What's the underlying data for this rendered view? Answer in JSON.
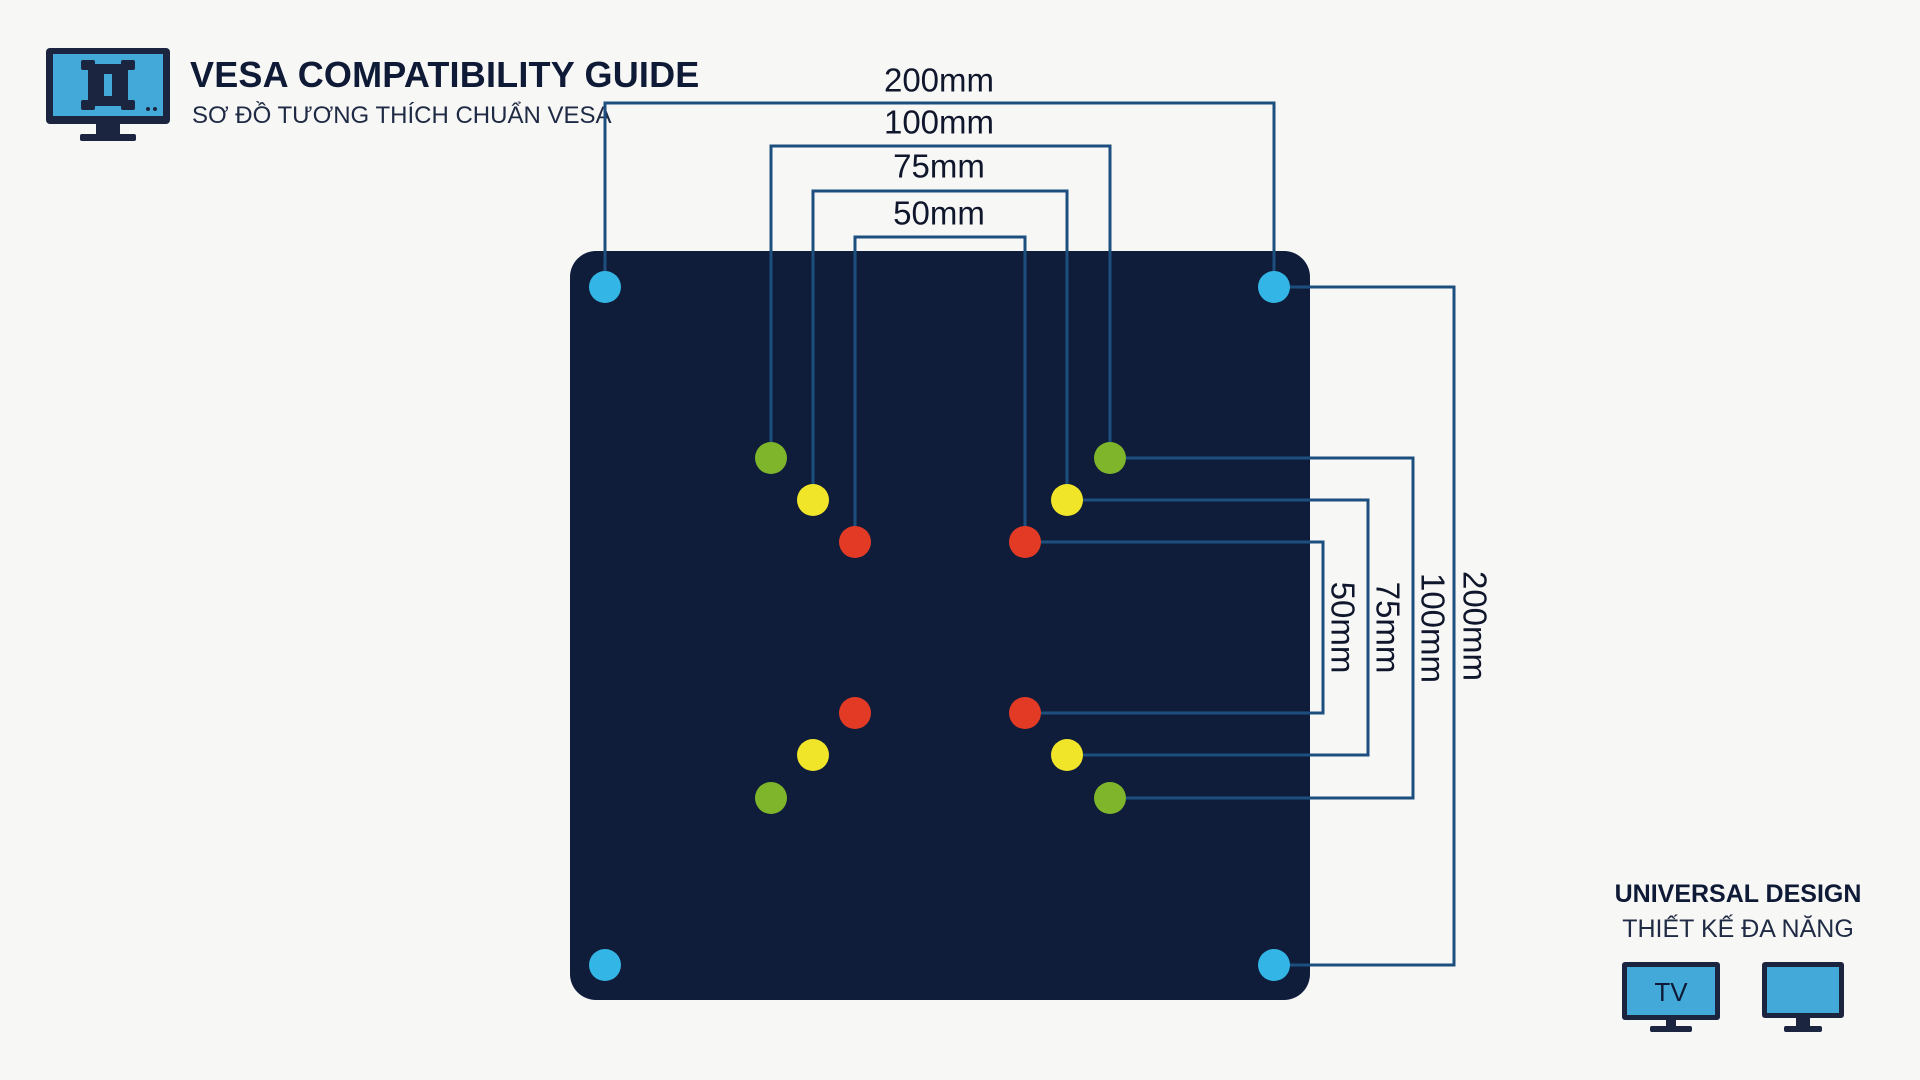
{
  "header": {
    "title": "VESA COMPATIBILITY GUIDE",
    "subtitle": "SƠ ĐỒ TƯƠNG THÍCH CHUẨN VESA",
    "icon": "monitor-mount-icon"
  },
  "diagram": {
    "plate_color": "#0f1d3a",
    "line_color": "#1d4f7e",
    "patterns": [
      {
        "id": "200",
        "label": "200mm",
        "spacing_mm": 200,
        "color": "#33b5e5"
      },
      {
        "id": "100",
        "label": "100mm",
        "spacing_mm": 100,
        "color": "#7fb52b"
      },
      {
        "id": "75",
        "label": "75mm",
        "spacing_mm": 75,
        "color": "#f0e529"
      },
      {
        "id": "50",
        "label": "50mm",
        "spacing_mm": 50,
        "color": "#e33a26"
      }
    ]
  },
  "footer": {
    "title": "UNIVERSAL DESIGN",
    "subtitle": "THIẾT KẾ ĐA NĂNG",
    "devices": [
      {
        "name": "tv",
        "label": "TV",
        "icon": "tv-icon"
      },
      {
        "name": "monitor",
        "label": "",
        "icon": "monitor-icon"
      }
    ]
  }
}
